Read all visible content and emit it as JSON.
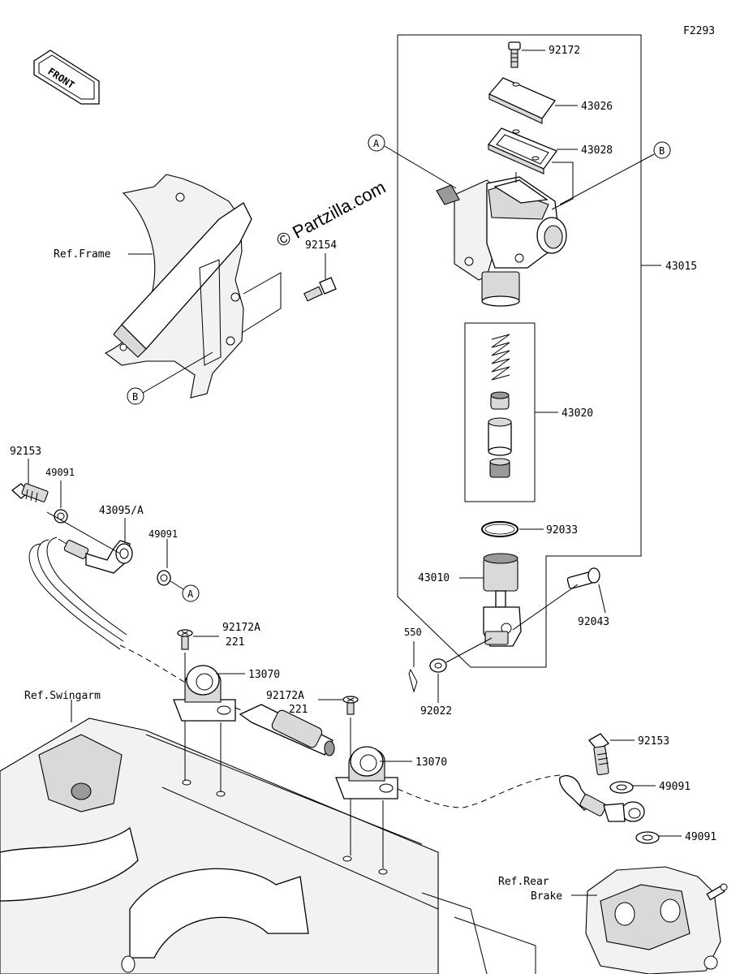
{
  "figure_code": "F2293",
  "watermark": "© Partzilla.com",
  "front_label": "FRONT",
  "refs": {
    "frame": "Ref.Frame",
    "swingarm": "Ref.Swingarm",
    "rear_brake_line1": "Ref.Rear",
    "rear_brake_line2": "Brake"
  },
  "tags": {
    "a": "A",
    "b": "B"
  },
  "parts": {
    "p92172": "92172",
    "p43026": "43026",
    "p43028": "43028",
    "p43015": "43015",
    "p43020": "43020",
    "p92033": "92033",
    "p43010": "43010",
    "p92043": "92043",
    "p550": "550",
    "p92022": "92022",
    "p92154": "92154",
    "p92153_top": "92153",
    "p49091_1": "49091",
    "p43095": "43095/A",
    "p49091_2": "49091",
    "p92172a_1": "92172A",
    "p221_1": "221",
    "p13070_1": "13070",
    "p92172a_2": "92172A",
    "p221_2": "221",
    "p13070_2": "13070",
    "p92153_bot": "92153",
    "p49091_3": "49091",
    "p49091_4": "49091"
  }
}
